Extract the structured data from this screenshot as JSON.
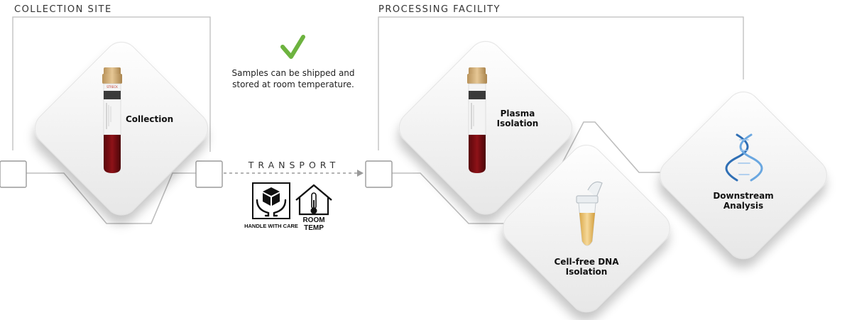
{
  "sections": {
    "collection_site": "COLLECTION SITE",
    "processing_facility": "PROCESSING FACILITY"
  },
  "note": {
    "line1": "Samples can be shipped and",
    "line2": "stored at room temperature."
  },
  "transport": {
    "label": "TRANSPORT",
    "handle_with_care": "HANDLE WITH CARE",
    "room_line1": "ROOM",
    "room_line2": "TEMP"
  },
  "steps": {
    "collection": "Collection",
    "plasma_line1": "Plasma",
    "plasma_line2": "Isolation",
    "cfdna_line1": "Cell-free DNA",
    "cfdna_line2": "Isolation",
    "downstream_line1": "Downstream",
    "downstream_line2": "Analysis"
  },
  "tube_brand": "STRECK",
  "colors": {
    "line": "#bdbdbd",
    "blood": "#7a0d12",
    "check": "#6db33f",
    "dna_blue": "#2f6fb5"
  },
  "icons": [
    "check-icon",
    "handle-with-care-icon",
    "room-temp-house-icon",
    "blood-tube-icon",
    "microtube-icon",
    "dna-helix-icon"
  ]
}
